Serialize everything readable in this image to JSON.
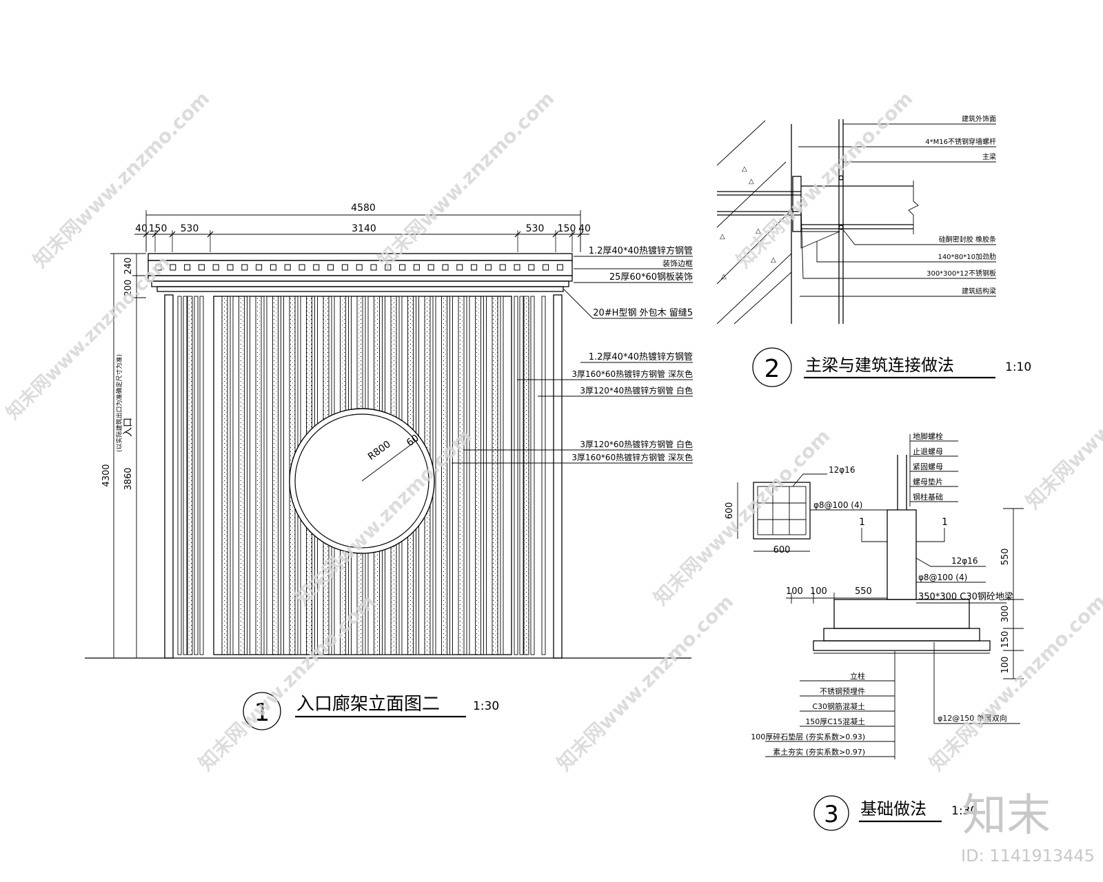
{
  "drawing1": {
    "number": "1",
    "title": "入口廊架立面图二",
    "scale": "1:30",
    "dims_top": [
      "4580",
      "40",
      "150",
      "530",
      "3140",
      "530",
      "150",
      "40"
    ],
    "dims_left": [
      "240",
      "200",
      "4300",
      "(以实际建筑出口为准确定尺寸为准)",
      "3860"
    ],
    "entrance": "入口",
    "radius_label": "R800",
    "ring_width": "60",
    "callouts": [
      "1.2厚40*40热镀锌方钢管",
      "装饰边框",
      "25厚60*60钢板装饰",
      "20#H型钢 外包木 留缝5",
      "1.2厚40*40热镀锌方钢管",
      "3厚160*60热镀锌方钢管 深灰色",
      "3厚120*40热镀锌方钢管 白色",
      "3厚120*60热镀锌方钢管 白色",
      "3厚160*60热镀锌方钢管 深灰色"
    ]
  },
  "drawing2": {
    "number": "2",
    "title": "主梁与建筑连接做法",
    "scale": "1:10",
    "callouts": [
      "建筑外饰面",
      "4*M16不锈钢穿墙螺杆",
      "主梁",
      "硅酮密封胶 橡胶条",
      "140*80*10加劲肋",
      "300*300*12不锈钢板",
      "建筑结构梁"
    ]
  },
  "drawing3": {
    "number": "3",
    "title": "基础做法",
    "scale": "1:30",
    "top_callouts": [
      "地脚螺栓",
      "止退螺母",
      "紧固螺母",
      "螺母垫片",
      "钢柱基础"
    ],
    "section_dims": [
      "12φ16",
      "φ8@100 (4)",
      "600",
      "600"
    ],
    "section_marks": [
      "1",
      "1"
    ],
    "side_labels": [
      "12φ16",
      "φ8@100 (4)",
      "350*300 C30钢砼地梁"
    ],
    "dims_left": [
      "100",
      "100",
      "550"
    ],
    "dims_right": [
      "550",
      "300",
      "150",
      "100"
    ],
    "bottom_callouts": [
      "立柱",
      "不锈钢预埋件",
      "C30钢筋混凝土",
      "150厚C15混凝土",
      "100厚碎石垫层 (夯实系数>0.93)",
      "素土夯实 (夯实系数>0.97)"
    ],
    "rebar_note": "φ12@150 单层双向"
  },
  "watermark": {
    "text": "知末网www.znzmo.com",
    "logo": "知末",
    "id": "ID: 1141913445"
  }
}
